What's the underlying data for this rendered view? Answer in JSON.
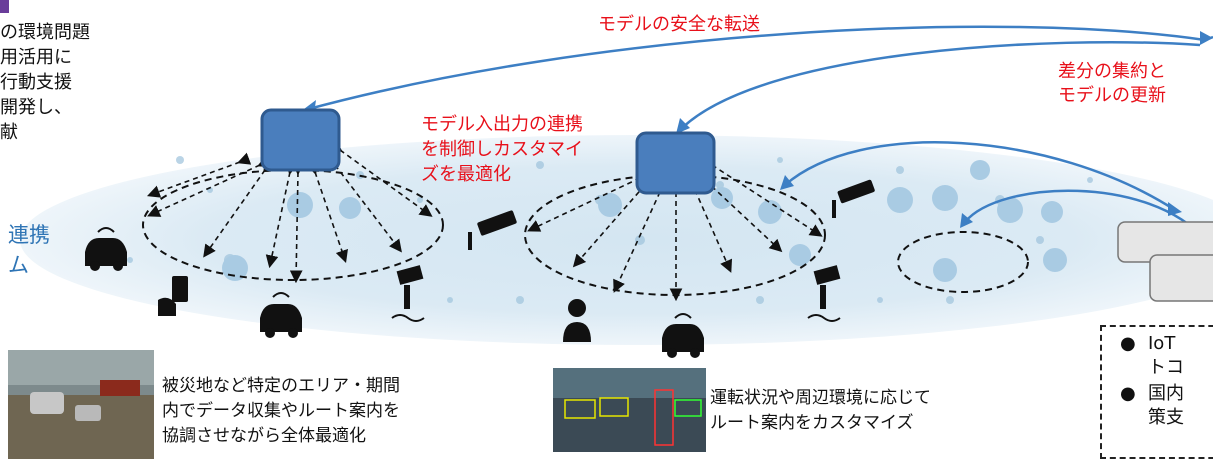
{
  "top_label": "モデルの安全な転送",
  "left_text": [
    "の環境問題",
    "用活用に",
    "行動支援",
    "開発し、",
    "献"
  ],
  "left_blue": [
    "連携",
    "ム"
  ],
  "red_center": [
    "モデル入出力の連携",
    "を制御しカスタマイ",
    "ズを最適化"
  ],
  "red_right": [
    "差分の集約と",
    "モデルの更新"
  ],
  "caption_left": [
    "被災地など特定のエリア・期間",
    "内でデータ収集やルート案内を",
    "協調させながら全体最適化"
  ],
  "caption_mid": [
    "運転状況や周辺環境に応じて",
    "ルート案内をカスタマイズ"
  ],
  "legend": [
    {
      "bullet": "●",
      "lines": [
        "IoT",
        "トコ"
      ]
    },
    {
      "bullet": "●",
      "lines": [
        "国内",
        "策支"
      ]
    }
  ],
  "colors": {
    "ellipse": "#cfe3f0",
    "node": "#4a7ebd",
    "node_border": "#2f5a8f",
    "arrow_blue": "#3d7fc4",
    "red": "#e8101a"
  }
}
